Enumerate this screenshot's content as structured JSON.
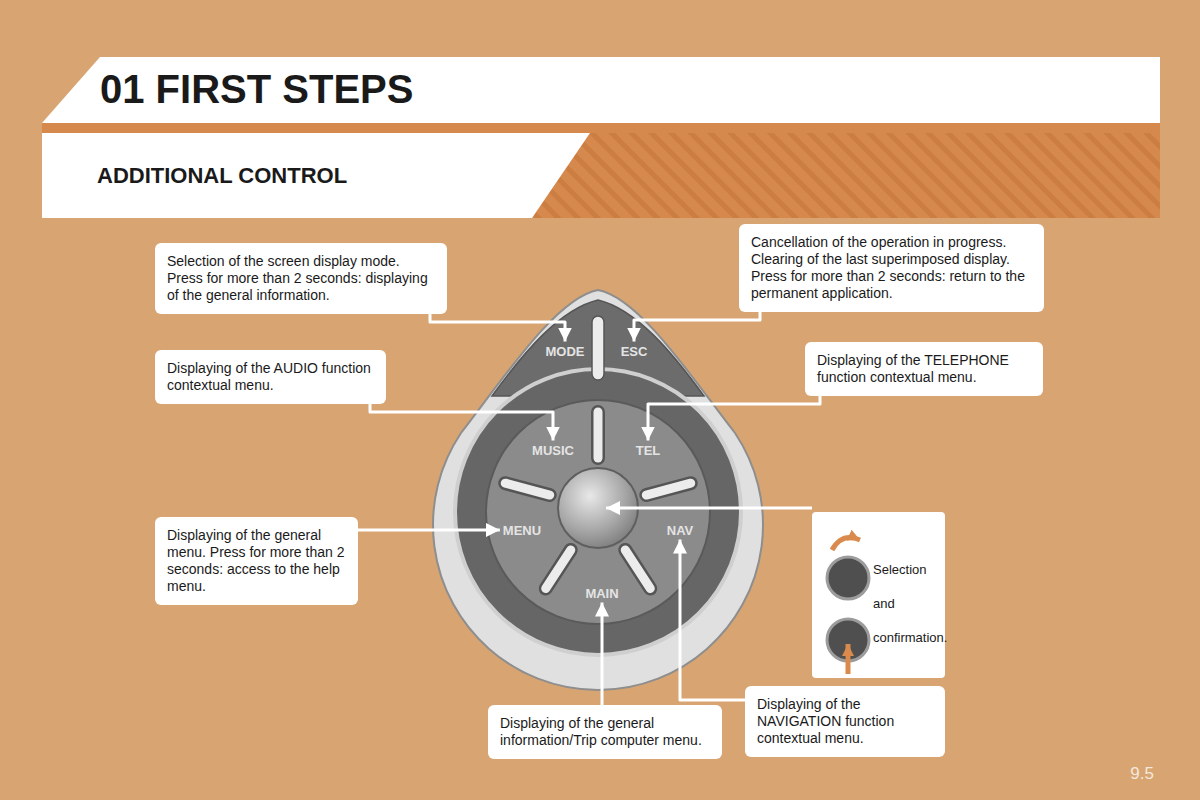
{
  "diagram": {
    "title": "01 FIRST STEPS",
    "nodes": [
      {
        "text": [
          "ADDITIONAL CONTROL"
        ]
      },
      {
        "text": [
          "Selection of the screen display mode. Press for more than 2 seconds: displaying of the general information."
        ]
      },
      {
        "text": [
          "Cancellation of the operation in progress. Clearing of the last superimposed display. Press for more than 2 seconds: return to the permanent application."
        ]
      },
      {
        "text": [
          "Displaying of the AUDIO function contextual menu."
        ]
      },
      {
        "text": [
          "Displaying of the TELEPHONE function contextual menu."
        ]
      },
      {
        "text": [
          "Displaying of the general menu. Press for more than 2 seconds: access to the help menu."
        ]
      },
      {
        "text": [
          "Selection",
          "and",
          "confirmation."
        ]
      },
      {
        "text": [
          "Displaying of the general information/Trip computer menu."
        ]
      },
      {
        "text": [
          "Displaying of the NAVIGATION function contextual menu."
        ]
      },
      {
        "text": [
          "MODE"
        ]
      },
      {
        "text": [
          "ESC"
        ]
      },
      {
        "text": [
          "MUSIC"
        ]
      },
      {
        "text": [
          "TEL"
        ]
      },
      {
        "text": [
          "MENU"
        ]
      },
      {
        "text": [
          "NAV"
        ]
      },
      {
        "text": [
          "MAIN"
        ]
      }
    ],
    "edges": [
      {
        "from": 1,
        "to": 9,
        "arrow": "to"
      },
      {
        "from": 2,
        "to": 10,
        "arrow": "to"
      },
      {
        "from": 3,
        "to": 11,
        "arrow": "to"
      },
      {
        "from": 4,
        "to": 12,
        "arrow": "to"
      },
      {
        "from": 5,
        "to": 13,
        "arrow": "to"
      },
      {
        "from": 7,
        "to": 15,
        "arrow": "to"
      },
      {
        "from": 8,
        "to": 14,
        "arrow": "to"
      }
    ],
    "labels": [
      "9.5"
    ]
  }
}
